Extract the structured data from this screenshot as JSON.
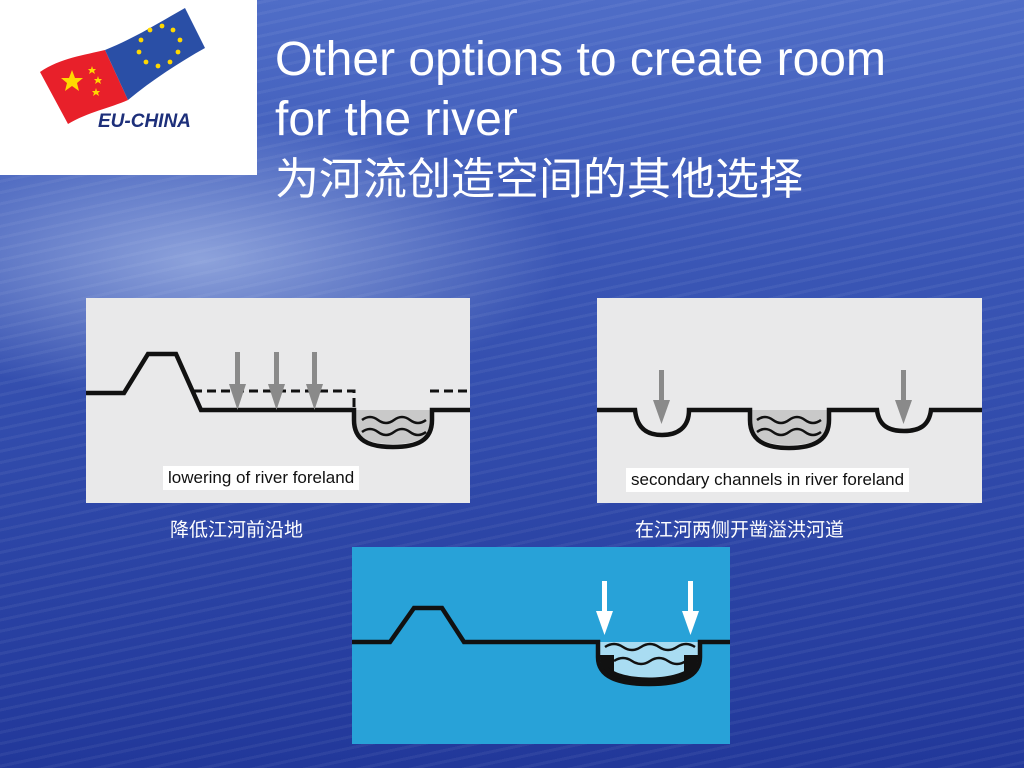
{
  "logo": {
    "text": "EU-CHINA",
    "flag_red": "#e8202a",
    "flag_blue": "#2a4fa6",
    "star_color": "#ffd800"
  },
  "title": {
    "line1": "Other options to create room",
    "line2": "for the river",
    "line3": "为河流创造空间的其他选择"
  },
  "panels": [
    {
      "label": "lowering of river foreland",
      "caption": "降低江河前沿地"
    },
    {
      "label": "secondary channels in river foreland",
      "caption": "在江河两侧开凿溢洪河道"
    },
    {
      "label": "",
      "caption": ""
    }
  ],
  "colors": {
    "panel_gray": "#e9e9ea",
    "panel_blue": "#28a2d8",
    "water": "#c9c9c9",
    "arrow_gray": "#8a8a8a",
    "arrow_white": "#ffffff"
  }
}
